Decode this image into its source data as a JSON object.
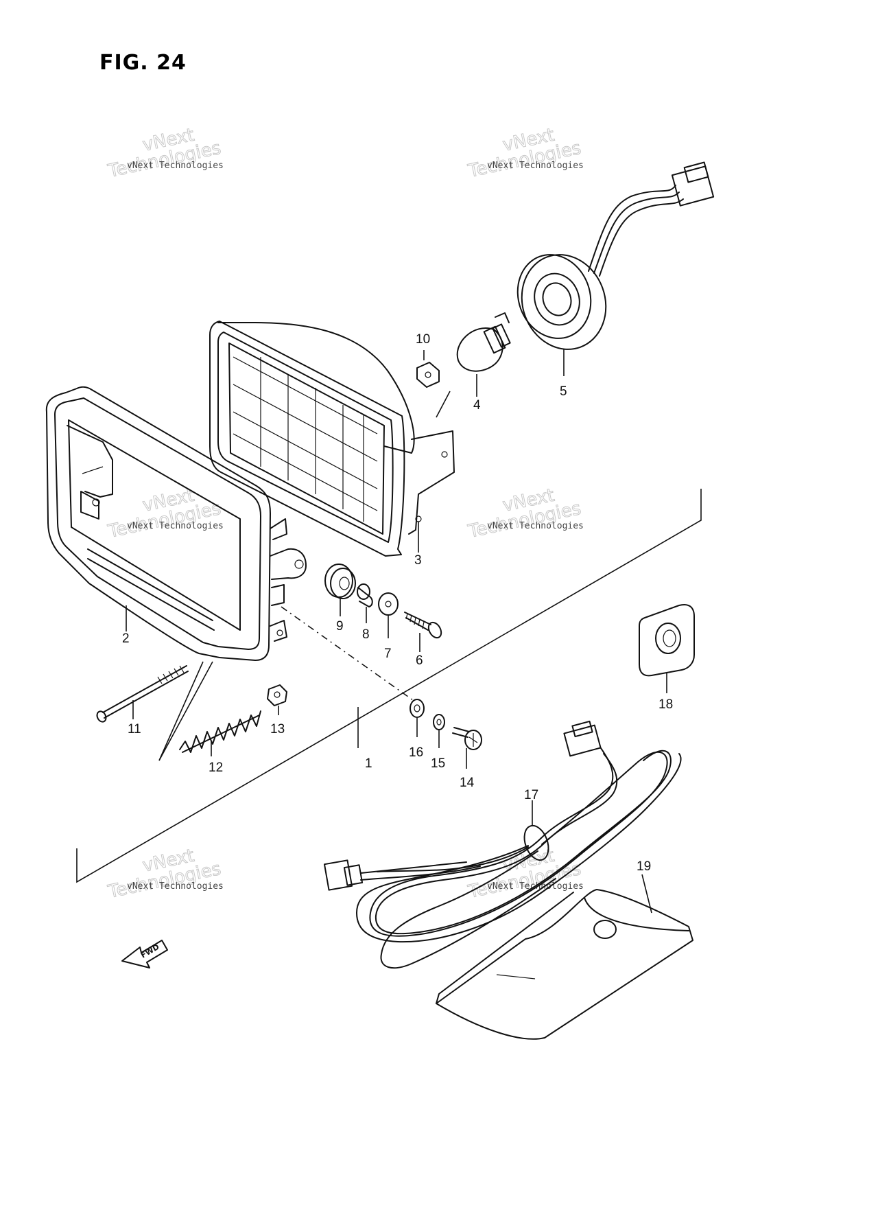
{
  "figure": {
    "title": "FIG. 24"
  },
  "watermark": {
    "line1": "vNext Technologies",
    "line2": "vNext",
    "line3": "Technologies"
  },
  "callouts": {
    "p1": "1",
    "p2": "2",
    "p3": "3",
    "p4": "4",
    "p5": "5",
    "p6": "6",
    "p7": "7",
    "p8": "8",
    "p9": "9",
    "p10": "10",
    "p11": "11",
    "p12": "12",
    "p13": "13",
    "p14": "14",
    "p15": "15",
    "p16": "16",
    "p17": "17",
    "p18": "18",
    "p19": "19"
  },
  "direction": {
    "label": "FWD"
  }
}
